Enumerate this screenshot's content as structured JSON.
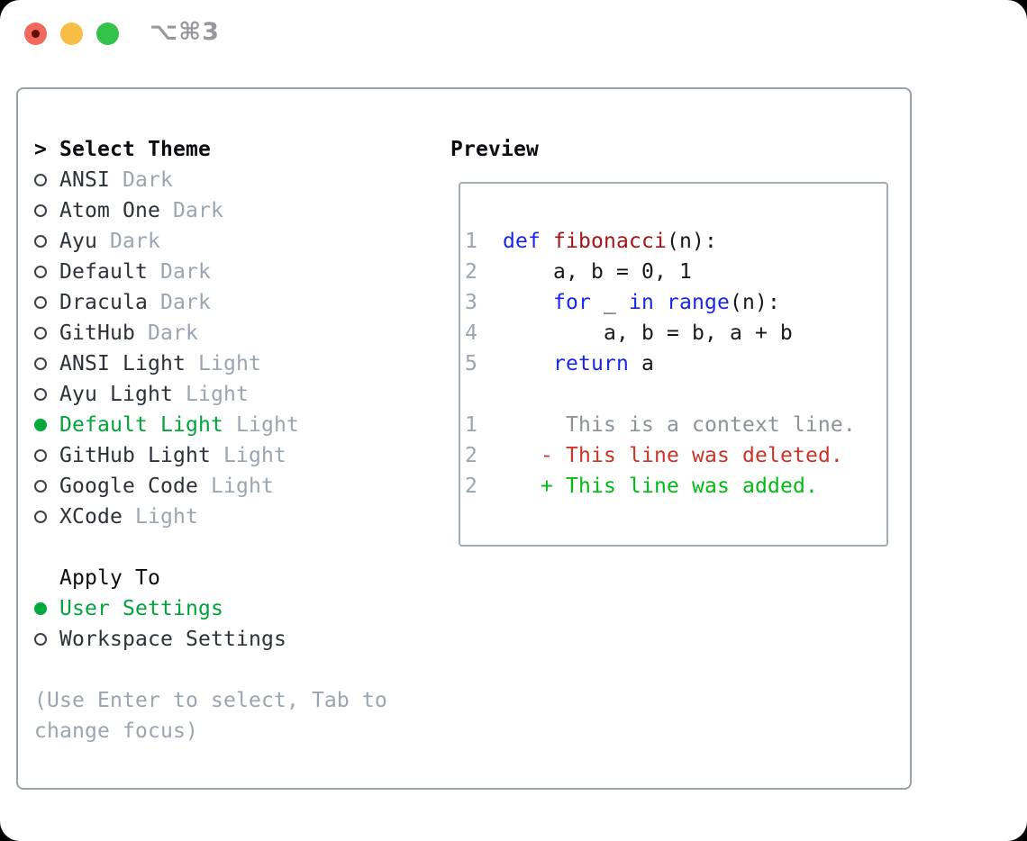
{
  "window": {
    "shortcut_label": "⌥⌘3"
  },
  "theme_picker": {
    "pointer": ">",
    "header": "Select Theme",
    "items": [
      {
        "name": "ANSI",
        "variant": "Dark",
        "selected": false
      },
      {
        "name": "Atom One",
        "variant": "Dark",
        "selected": false
      },
      {
        "name": "Ayu",
        "variant": "Dark",
        "selected": false
      },
      {
        "name": "Default",
        "variant": "Dark",
        "selected": false
      },
      {
        "name": "Dracula",
        "variant": "Dark",
        "selected": false
      },
      {
        "name": "GitHub",
        "variant": "Dark",
        "selected": false
      },
      {
        "name": "ANSI Light",
        "variant": "Light",
        "selected": false
      },
      {
        "name": "Ayu Light",
        "variant": "Light",
        "selected": false
      },
      {
        "name": "Default Light",
        "variant": "Light",
        "selected": true
      },
      {
        "name": "GitHub Light",
        "variant": "Light",
        "selected": false
      },
      {
        "name": "Google Code",
        "variant": "Light",
        "selected": false
      },
      {
        "name": "XCode",
        "variant": "Light",
        "selected": false
      }
    ],
    "apply_to": {
      "header": "Apply To",
      "options": [
        {
          "label": "User Settings",
          "selected": true
        },
        {
          "label": "Workspace Settings",
          "selected": false
        }
      ]
    },
    "hint_line1": "(Use Enter to select, Tab to",
    "hint_line2": "change focus)"
  },
  "preview": {
    "title": "Preview",
    "lines": [
      {
        "num": "1",
        "segs": [
          {
            "t": "  ",
            "c": "pl"
          },
          {
            "t": "def",
            "c": "kw"
          },
          {
            "t": " ",
            "c": "pl"
          },
          {
            "t": "fibonacci",
            "c": "fn"
          },
          {
            "t": "(n):",
            "c": "pl"
          }
        ]
      },
      {
        "num": "2",
        "segs": [
          {
            "t": "      a, b = 0, 1",
            "c": "pl"
          }
        ]
      },
      {
        "num": "3",
        "segs": [
          {
            "t": "      ",
            "c": "pl"
          },
          {
            "t": "for",
            "c": "kw"
          },
          {
            "t": " _ ",
            "c": "pl"
          },
          {
            "t": "in",
            "c": "kw"
          },
          {
            "t": " ",
            "c": "pl"
          },
          {
            "t": "range",
            "c": "kw"
          },
          {
            "t": "(n):",
            "c": "pl"
          }
        ]
      },
      {
        "num": "4",
        "segs": [
          {
            "t": "          a, b = b, a + b",
            "c": "pl"
          }
        ]
      },
      {
        "num": "5",
        "segs": [
          {
            "t": "      ",
            "c": "pl"
          },
          {
            "t": "return",
            "c": "kw"
          },
          {
            "t": " a",
            "c": "pl"
          }
        ]
      },
      {
        "num": "",
        "segs": []
      },
      {
        "num": "1",
        "segs": [
          {
            "t": "       This is a context line.",
            "c": "ctx"
          }
        ]
      },
      {
        "num": "2",
        "segs": [
          {
            "t": "     ",
            "c": "pl"
          },
          {
            "t": "- This line was deleted.",
            "c": "del"
          }
        ]
      },
      {
        "num": "2",
        "segs": [
          {
            "t": "     ",
            "c": "pl"
          },
          {
            "t": "+ This line was added.",
            "c": "add"
          }
        ]
      }
    ]
  },
  "colors": {
    "selection_green": "#00ab3d",
    "keyword_blue": "#1826e6",
    "function_red": "#a31515",
    "deleted_red": "#cc3428",
    "added_green": "#00bb16",
    "muted_gray": "#9aa5b1",
    "context_gray": "#8d929a",
    "panel_border": "#98a1ac",
    "traffic_red": "#f1685c",
    "traffic_yellow": "#f7bd45",
    "traffic_green": "#35c24b"
  }
}
